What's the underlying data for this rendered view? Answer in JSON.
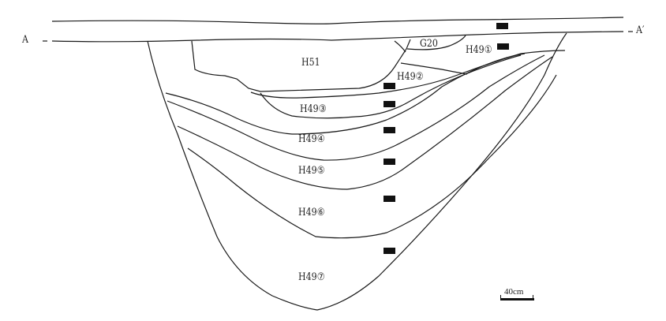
{
  "section": {
    "left_marker": "A",
    "right_marker": "A′"
  },
  "labels": {
    "g20": "G20",
    "h51": "H51",
    "h49_1": "H49①",
    "h49_2": "H49②",
    "h49_3": "H49③",
    "h49_4": "H49④",
    "h49_5": "H49⑤",
    "h49_6": "H49⑥",
    "h49_7": "H49⑦"
  },
  "scale_bar": {
    "label": "40cm"
  }
}
